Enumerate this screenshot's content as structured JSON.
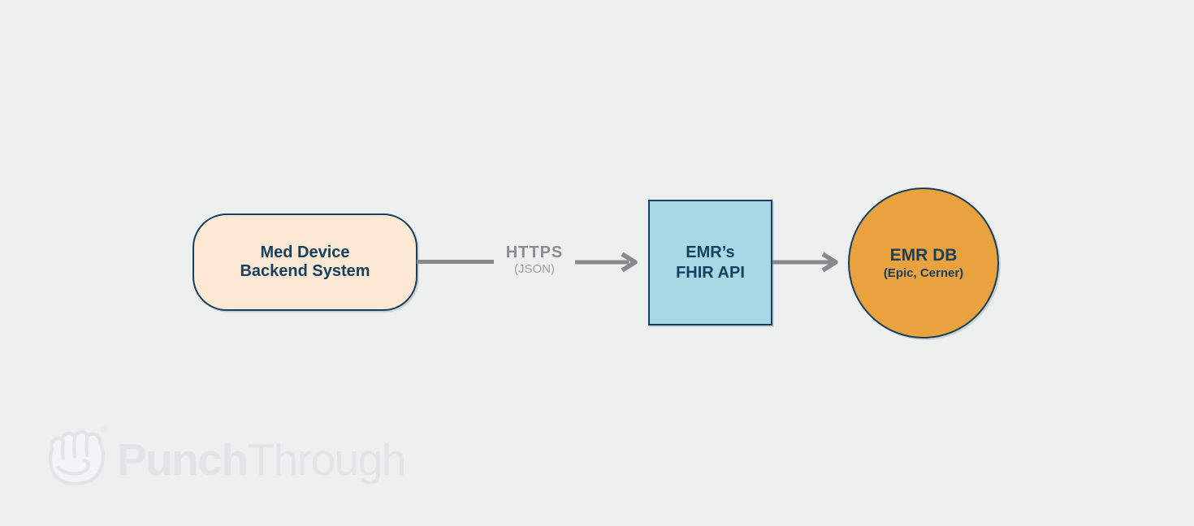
{
  "canvas": {
    "background": "#eef0f0"
  },
  "diagram": {
    "nodes": [
      {
        "id": "med-device-backend",
        "shape": "rounded-rectangle",
        "fill": "#fce8d3",
        "border_color": "#16405f",
        "text_color": "#16405f",
        "line1": "Med Device",
        "line2": "Backend System"
      },
      {
        "id": "emr-fhir-api",
        "shape": "square",
        "fill": "#aad7e6",
        "border_color": "#16405f",
        "text_color": "#16405f",
        "line1": "EMR’s",
        "line2": "FHIR API"
      },
      {
        "id": "emr-db",
        "shape": "circle",
        "fill": "#e9a23e",
        "border_color": "#16405f",
        "text_color": "#16405f",
        "line1": "EMR DB",
        "line2": "(Epic, Cerner)"
      }
    ],
    "connectors": [
      {
        "from": "med-device-backend",
        "to": "emr-fhir-api",
        "label": "HTTPS",
        "sublabel": "(JSON)",
        "line_color": "#87898b",
        "label_color": "#8a8d8f",
        "sublabel_color": "#9da0a2",
        "arrowhead": true
      },
      {
        "from": "emr-fhir-api",
        "to": "emr-db",
        "line_color": "#87898b",
        "arrowhead": true
      }
    ]
  },
  "watermark": {
    "icon": "fist-icon",
    "text_bold": "Punch",
    "text_light": "Through",
    "registered_mark": "®",
    "color": "#e2e4e6"
  }
}
